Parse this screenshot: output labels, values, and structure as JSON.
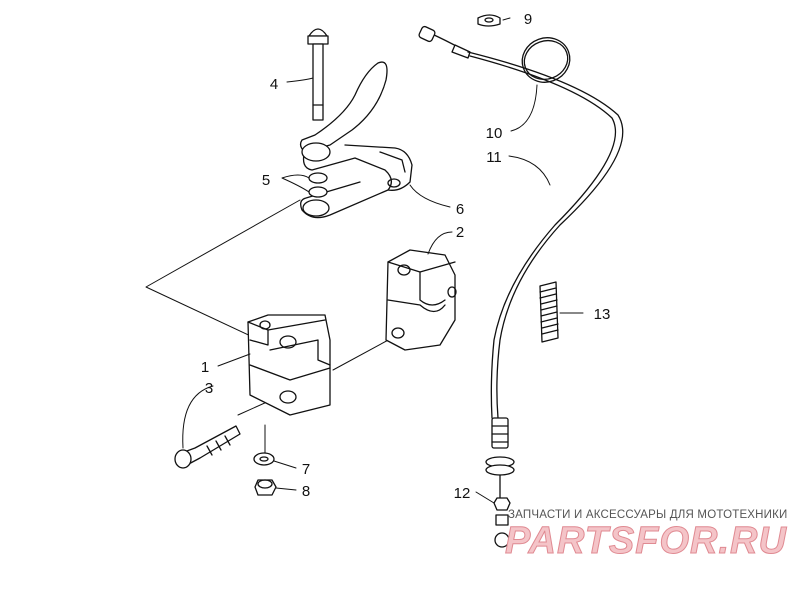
{
  "callouts": [
    {
      "id": "1",
      "label": "1"
    },
    {
      "id": "2",
      "label": "2"
    },
    {
      "id": "3",
      "label": "3"
    },
    {
      "id": "4",
      "label": "4"
    },
    {
      "id": "5",
      "label": "5"
    },
    {
      "id": "6",
      "label": "6"
    },
    {
      "id": "7",
      "label": "7"
    },
    {
      "id": "8",
      "label": "8"
    },
    {
      "id": "9",
      "label": "9"
    },
    {
      "id": "10",
      "label": "10"
    },
    {
      "id": "11",
      "label": "11"
    },
    {
      "id": "12",
      "label": "12"
    },
    {
      "id": "13",
      "label": "13"
    }
  ],
  "watermark": {
    "subtitle": "ЗАПЧАСТИ И АКСЕССУАРЫ ДЛЯ МОТОТЕХНИКИ",
    "brand": "PARTSFOR.RU",
    "color": "#e08a92"
  }
}
